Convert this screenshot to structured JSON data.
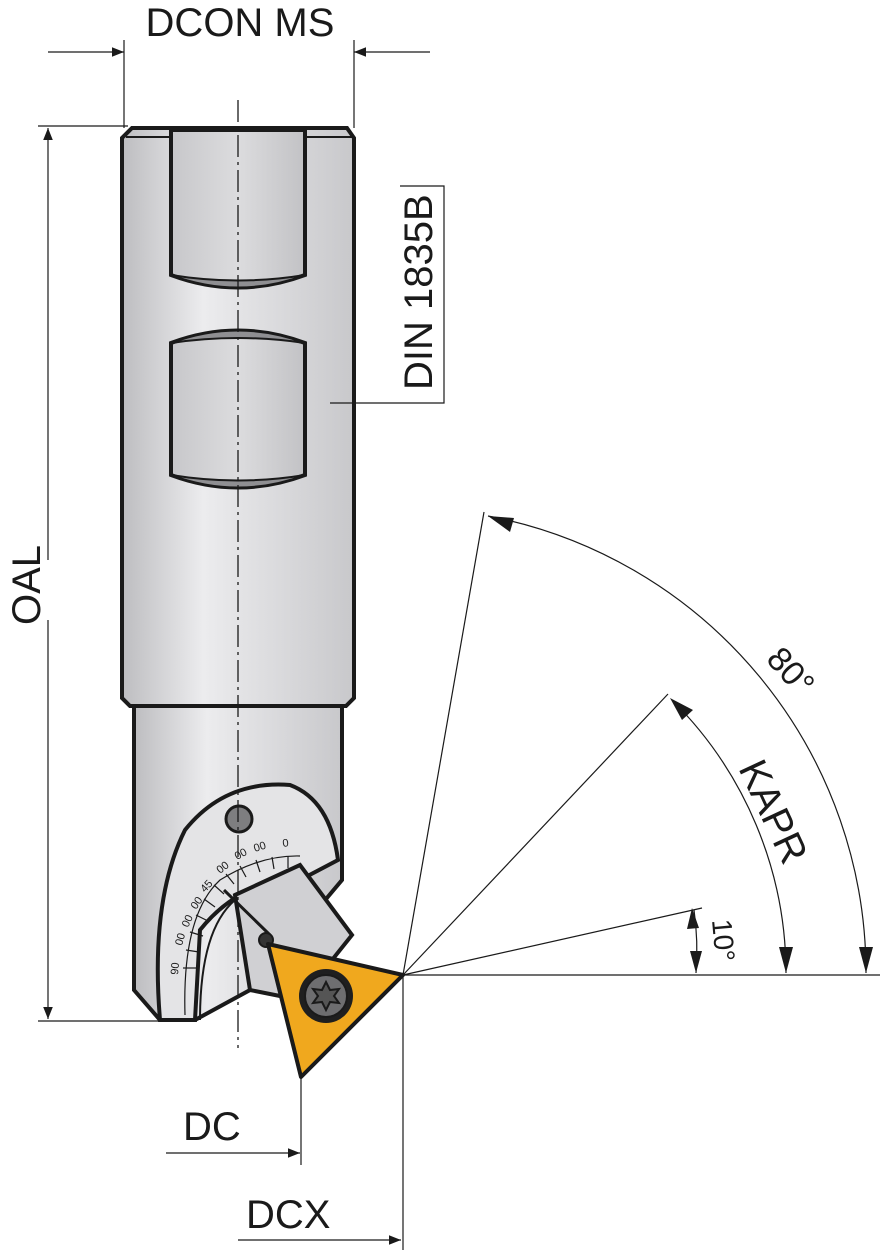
{
  "labels": {
    "dcon_ms": "DCON MS",
    "din": "DIN 1835B",
    "oal": "OAL",
    "angle_80": "80°",
    "kapr": "KAPR",
    "angle_10": "10°",
    "dc": "DC",
    "dcx": "DCX"
  },
  "scale_marks": [
    "90",
    "00",
    "00",
    "00",
    "45",
    "00",
    "00",
    "00",
    "0"
  ],
  "colors": {
    "body": "#d2d2d4",
    "body_light": "#e6e6e8",
    "insert": "#f0a81e",
    "outline": "#1a1a1a",
    "screw": "#6e6e70"
  }
}
